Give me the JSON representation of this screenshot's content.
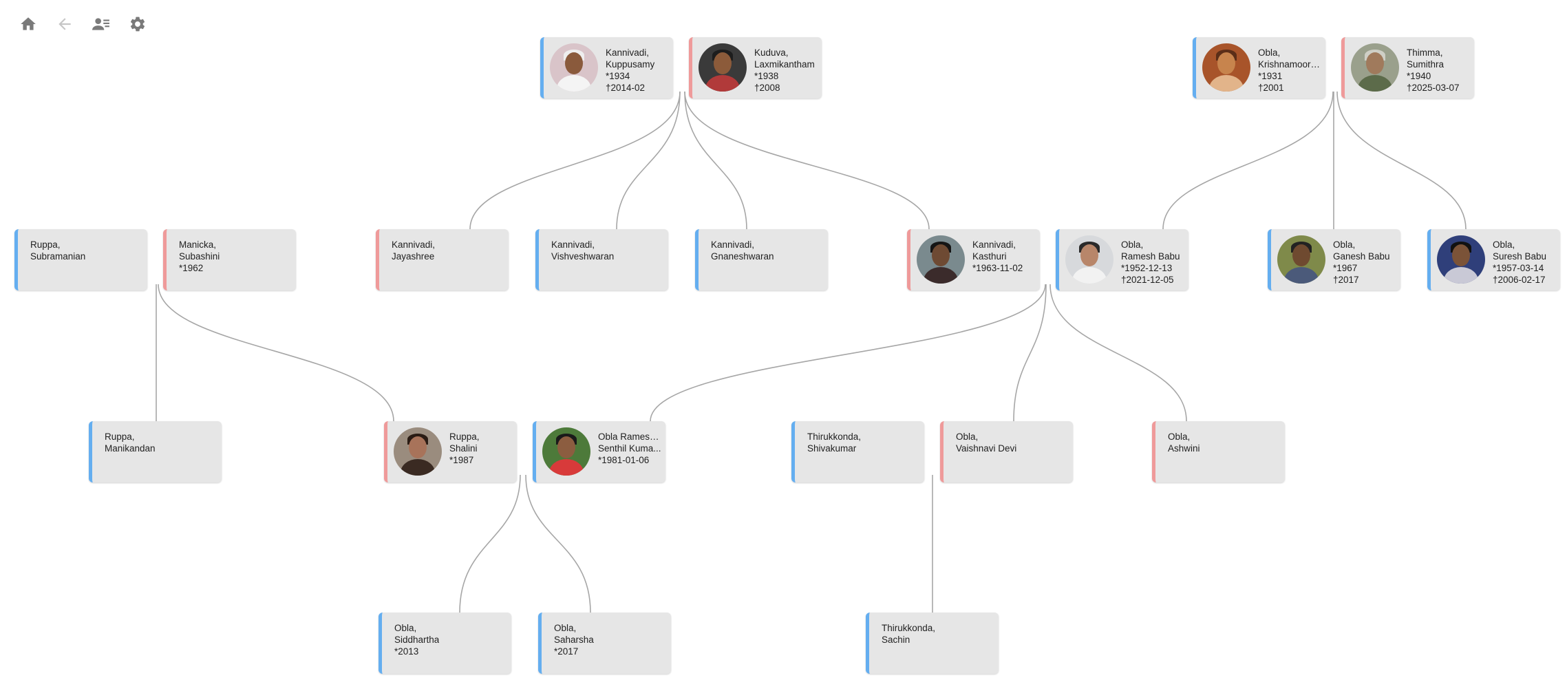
{
  "toolbar": {
    "items": [
      {
        "icon": "home-icon"
      },
      {
        "icon": "back-arrow-icon"
      },
      {
        "icon": "person-list-icon"
      },
      {
        "icon": "gear-icon"
      }
    ]
  },
  "colors": {
    "male_accent": "#64aef0",
    "female_accent": "#ef9a9a",
    "card_background": "#e6e6e6",
    "link_line": "#a6a6a6"
  },
  "people": [
    {
      "id": "kuppusamy",
      "gender": "male",
      "photo": true,
      "lines": [
        "Kannivadi,",
        "Kuppusamy",
        "*1934",
        "†2014-02"
      ]
    },
    {
      "id": "laxmikantham",
      "gender": "female",
      "photo": true,
      "lines": [
        "Kuduva,",
        "Laxmikantham",
        "*1938",
        "†2008"
      ]
    },
    {
      "id": "krishnamoorthy",
      "gender": "male",
      "photo": true,
      "lines": [
        "Obla,",
        "Krishnamoorthy",
        "*1931",
        "†2001"
      ]
    },
    {
      "id": "sumithra",
      "gender": "female",
      "photo": true,
      "lines": [
        "Thimma,",
        "Sumithra",
        "*1940",
        "†2025-03-07"
      ]
    },
    {
      "id": "subramanian",
      "gender": "male",
      "photo": false,
      "lines": [
        "Ruppa,",
        "Subramanian"
      ]
    },
    {
      "id": "subashini",
      "gender": "female",
      "photo": false,
      "lines": [
        "Manicka,",
        "Subashini",
        "*1962"
      ]
    },
    {
      "id": "jayashree",
      "gender": "female",
      "photo": false,
      "lines": [
        "Kannivadi,",
        "Jayashree"
      ]
    },
    {
      "id": "vishveshwaran",
      "gender": "male",
      "photo": false,
      "lines": [
        "Kannivadi,",
        "Vishveshwaran"
      ]
    },
    {
      "id": "gnaneshwaran",
      "gender": "male",
      "photo": false,
      "lines": [
        "Kannivadi,",
        "Gnaneshwaran"
      ]
    },
    {
      "id": "kasthuri",
      "gender": "female",
      "photo": true,
      "lines": [
        "Kannivadi,",
        "Kasthuri",
        "*1963-11-02"
      ]
    },
    {
      "id": "ramesh",
      "gender": "male",
      "photo": true,
      "lines": [
        "Obla,",
        "Ramesh Babu",
        "*1952-12-13",
        "†2021-12-05"
      ]
    },
    {
      "id": "ganesh",
      "gender": "male",
      "photo": true,
      "lines": [
        "Obla,",
        "Ganesh Babu",
        "*1967",
        "†2017"
      ]
    },
    {
      "id": "suresh",
      "gender": "male",
      "photo": true,
      "lines": [
        "Obla,",
        "Suresh Babu",
        "*1957-03-14",
        "†2006-02-17"
      ]
    },
    {
      "id": "manikandan",
      "gender": "male",
      "photo": false,
      "lines": [
        "Ruppa,",
        "Manikandan"
      ]
    },
    {
      "id": "shalini",
      "gender": "female",
      "photo": true,
      "lines": [
        "Ruppa,",
        "Shalini",
        "*1987"
      ]
    },
    {
      "id": "senthil",
      "gender": "male",
      "photo": true,
      "lines": [
        "Obla Ramesh ...",
        "Senthil Kuma...",
        "*1981-01-06"
      ]
    },
    {
      "id": "shivakumar",
      "gender": "male",
      "photo": false,
      "lines": [
        "Thirukkonda,",
        "Shivakumar"
      ]
    },
    {
      "id": "vaishnavi",
      "gender": "female",
      "photo": false,
      "lines": [
        "Obla,",
        "Vaishnavi Devi"
      ]
    },
    {
      "id": "ashwini",
      "gender": "female",
      "photo": false,
      "lines": [
        "Obla,",
        "Ashwini"
      ]
    },
    {
      "id": "siddhartha",
      "gender": "male",
      "photo": false,
      "lines": [
        "Obla,",
        "Siddhartha",
        "*2013"
      ]
    },
    {
      "id": "saharsha",
      "gender": "male",
      "photo": false,
      "lines": [
        "Obla,",
        "Saharsha",
        "*2017"
      ]
    },
    {
      "id": "sachin",
      "gender": "male",
      "photo": false,
      "lines": [
        "Thirukkonda,",
        "Sachin"
      ]
    }
  ]
}
